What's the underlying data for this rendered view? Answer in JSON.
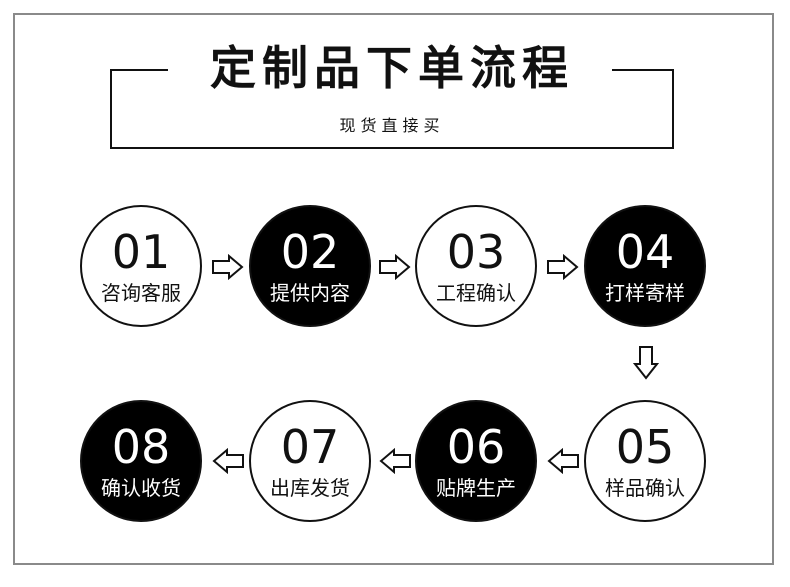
{
  "header": {
    "title": "定制品下单流程",
    "subtitle": "现货直接买"
  },
  "steps": [
    {
      "num": "01",
      "label": "咨询客服",
      "style": "white"
    },
    {
      "num": "02",
      "label": "提供内容",
      "style": "black"
    },
    {
      "num": "03",
      "label": "工程确认",
      "style": "white"
    },
    {
      "num": "04",
      "label": "打样寄样",
      "style": "black"
    },
    {
      "num": "05",
      "label": "样品确认",
      "style": "white"
    },
    {
      "num": "06",
      "label": "贴牌生产",
      "style": "black"
    },
    {
      "num": "07",
      "label": "出库发货",
      "style": "white"
    },
    {
      "num": "08",
      "label": "确认收货",
      "style": "black"
    }
  ],
  "colors": {
    "ink": "#111111",
    "frame": "#8a8a8a",
    "background": "#ffffff"
  }
}
